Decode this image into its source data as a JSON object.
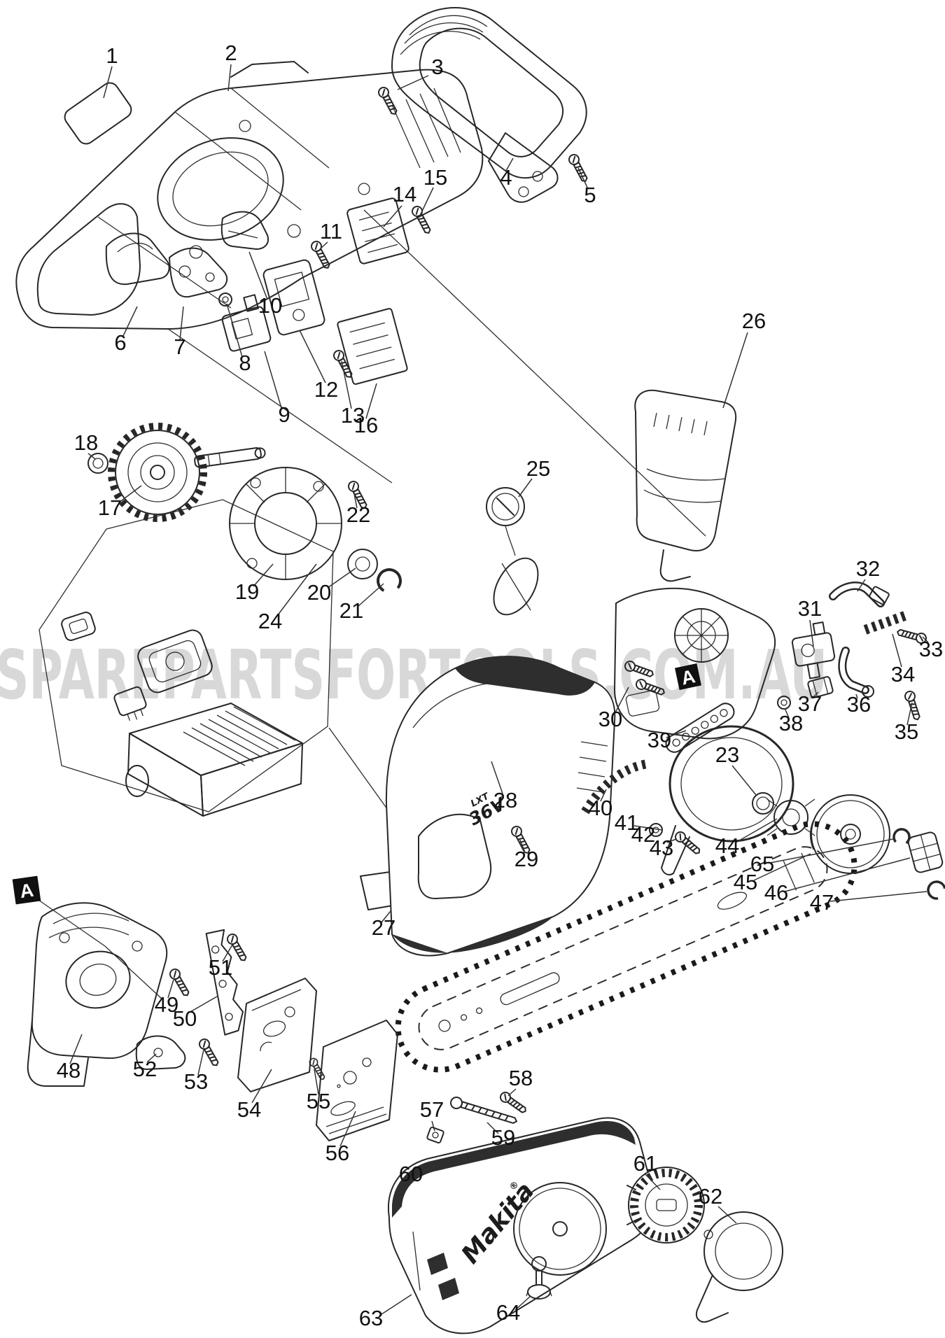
{
  "watermark": {
    "text": "SPAREPARTSFORTOOLS.COM.AU",
    "color": "#d8d8d8"
  },
  "branding": {
    "logo": "Makita",
    "registered": "®",
    "badge_series": "LXT",
    "badge_voltage": "36V"
  },
  "markers": {
    "assembly_ref": "A"
  },
  "labels": [
    "1",
    "2",
    "3",
    "4",
    "5",
    "6",
    "7",
    "8",
    "9",
    "10",
    "11",
    "12",
    "13",
    "14",
    "15",
    "16",
    "17",
    "18",
    "19",
    "20",
    "21",
    "22",
    "23",
    "24",
    "25",
    "26",
    "27",
    "28",
    "29",
    "30",
    "31",
    "32",
    "33",
    "34",
    "35",
    "36",
    "37",
    "38",
    "39",
    "40",
    "41",
    "42",
    "43",
    "44",
    "45",
    "46",
    "47",
    "48",
    "49",
    "50",
    "51",
    "52",
    "53",
    "54",
    "55",
    "56",
    "57",
    "58",
    "59",
    "60",
    "61",
    "62",
    "63",
    "64",
    "65"
  ]
}
